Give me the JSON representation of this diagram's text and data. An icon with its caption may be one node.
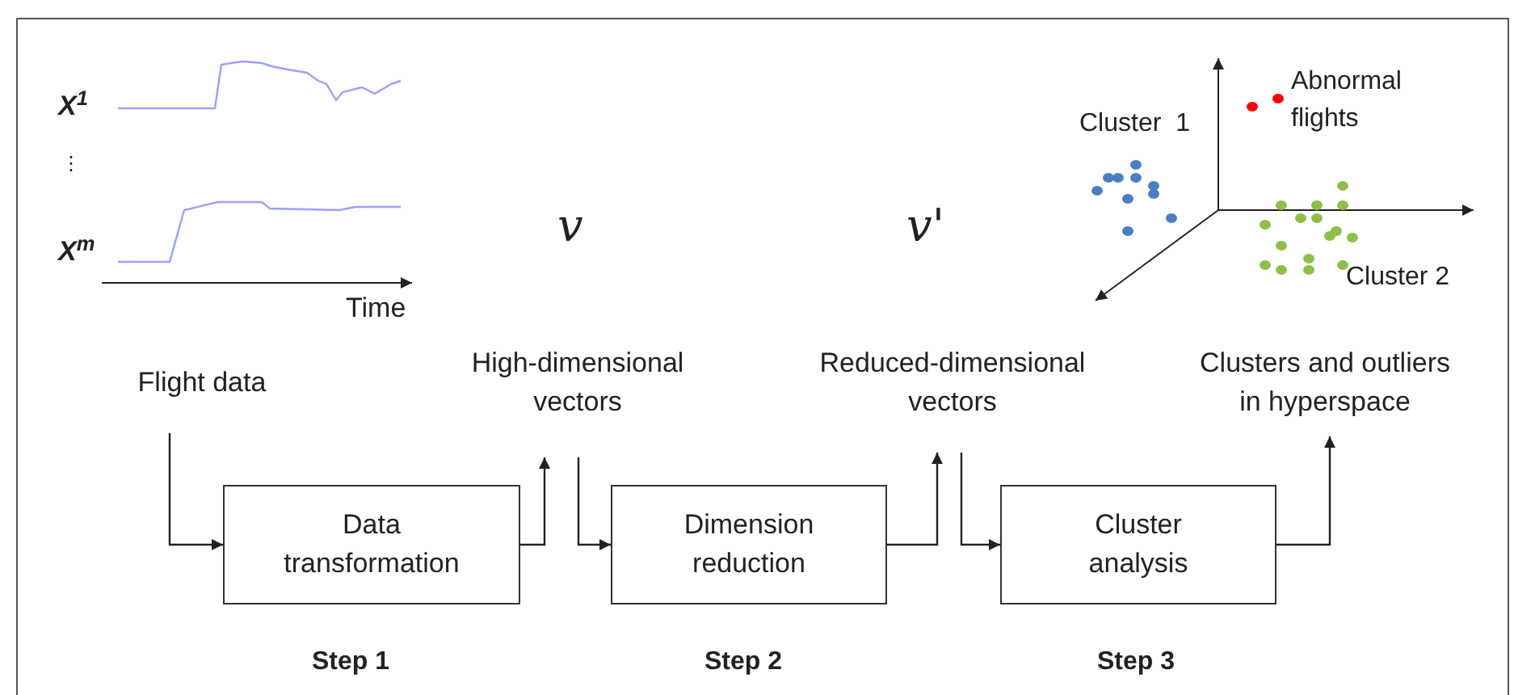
{
  "diagram": {
    "nodes": [
      {
        "text": [
          "Flight data"
        ]
      },
      {
        "text": [
          "Data transformation"
        ]
      },
      {
        "text": [
          "High-dimensional vectors"
        ]
      },
      {
        "text": [
          "Dimension reduction"
        ]
      },
      {
        "text": [
          "Reduced-dimensional vectors"
        ]
      },
      {
        "text": [
          "Cluster analysis"
        ]
      },
      {
        "text": [
          "Clusters and outliers in hyperspace"
        ]
      }
    ],
    "edges": [
      {
        "from": 0,
        "to": 1,
        "arrow": "to"
      },
      {
        "from": 1,
        "to": 2,
        "arrow": "to"
      },
      {
        "from": 2,
        "to": 3,
        "arrow": "to"
      },
      {
        "from": 3,
        "to": 4,
        "arrow": "to"
      },
      {
        "from": 4,
        "to": 5,
        "arrow": "to"
      },
      {
        "from": 5,
        "to": 6,
        "arrow": "to"
      }
    ],
    "labels": [
      "X$^{1}$",
      "⋮",
      "X$^{m}$",
      "Time",
      "v",
      "v'",
      "Cluster  1",
      "Abnormal flights",
      "Cluster 2",
      "Step 1",
      "Step 2",
      "Step 3"
    ]
  }
}
